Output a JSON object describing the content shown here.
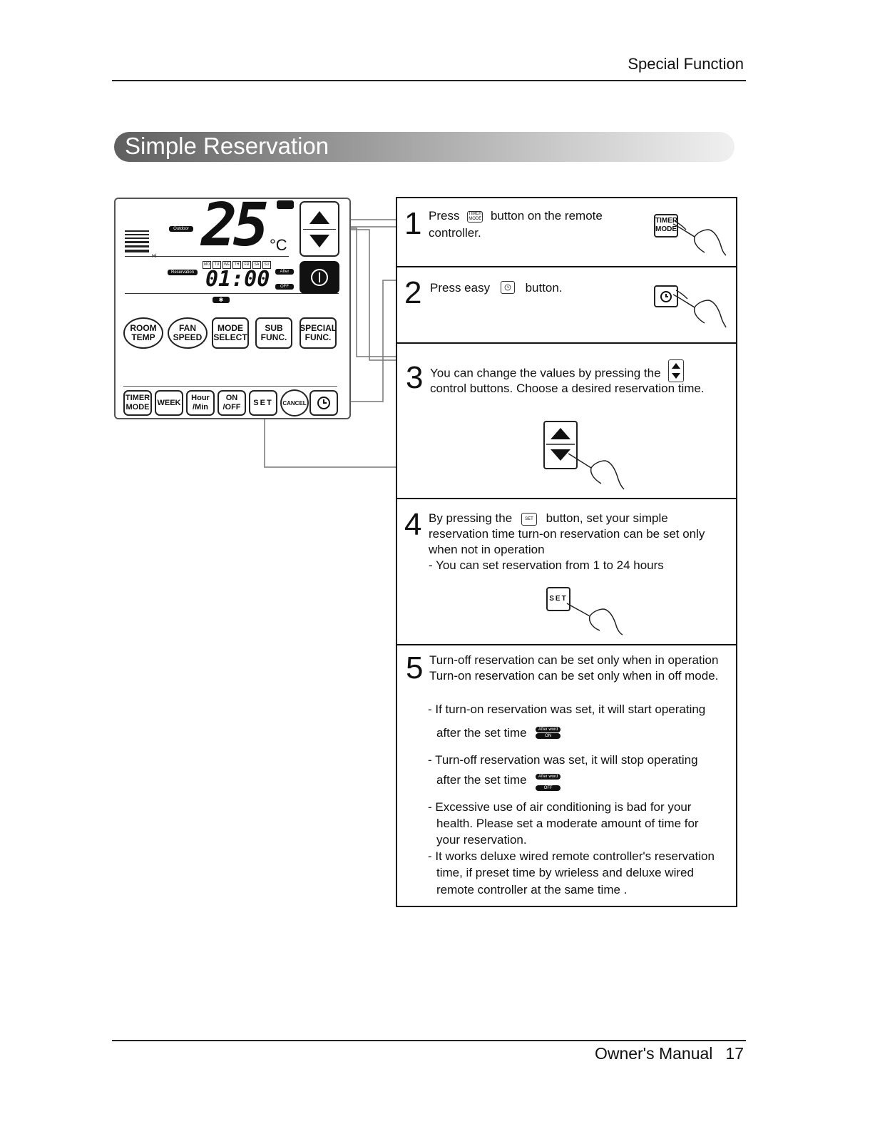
{
  "header": {
    "title": "Special Function"
  },
  "section": {
    "title": "Simple Reservation"
  },
  "remote": {
    "temperature": "25",
    "unit": "°C",
    "outdoor_tag": "Outdoor",
    "fan_level": "Hi",
    "days": [
      "MO",
      "TU",
      "WE",
      "TH",
      "FR",
      "SA",
      "SU"
    ],
    "reservation_tag": "Reservation time",
    "time": "01:00",
    "afterward_tag": "After word",
    "off_tag": "OFF",
    "buttons_row1": [
      {
        "label": "ROOM TEMP"
      },
      {
        "label": "FAN SPEED"
      },
      {
        "label": "MODE SELECT"
      },
      {
        "label": "SUB FUNC."
      },
      {
        "label": "SPECIAL FUNC."
      }
    ],
    "buttons_row2": [
      {
        "label": "TIMER MODE"
      },
      {
        "label": "WEEK"
      },
      {
        "label": "Hour /Min"
      },
      {
        "label": "ON /OFF"
      },
      {
        "label": "SET"
      },
      {
        "label": "CANCEL"
      }
    ]
  },
  "steps": [
    {
      "number": "1",
      "before": "Press",
      "after": "button on the remote",
      "line2": "controller.",
      "icon_label": "TIMER MODE"
    },
    {
      "number": "2",
      "before": "Press easy",
      "after": "button."
    },
    {
      "number": "3",
      "line1": "You can change the values by pressing the",
      "line2": "control buttons. Choose a desired reservation time."
    },
    {
      "number": "4",
      "before": "By pressing the",
      "after": "button, set your simple",
      "line2": "reservation time turn-on reservation can be set only",
      "line3": "when not in operation",
      "line4": "- You can set reservation from 1 to 24 hours",
      "icon_label": "SET"
    },
    {
      "number": "5",
      "line1": "Turn-off reservation can be set only when in operation",
      "line2": "Turn-on reservation can be set only when in off mode.",
      "b1a": "- If turn-on reservation was set, it will start operating",
      "b1b": "after the set time",
      "b2a": "- Turn-off reservation was set, it will stop operating",
      "b2b": "after the set time",
      "b3a": "- Excessive use of air conditioning is bad for your",
      "b3b": "health. Please set a moderate amount of time for",
      "b3c": "your reservation.",
      "b4a": "- It works deluxe wired remote controller's reservation",
      "b4b": "time, if preset time by wrieless and deluxe wired",
      "b4c": "remote controller at the same time .",
      "on_tag": "ON",
      "off_tag": "OFF",
      "afterward_tag": "After word"
    }
  ],
  "footer": {
    "label": "Owner's Manual",
    "page": "17"
  }
}
